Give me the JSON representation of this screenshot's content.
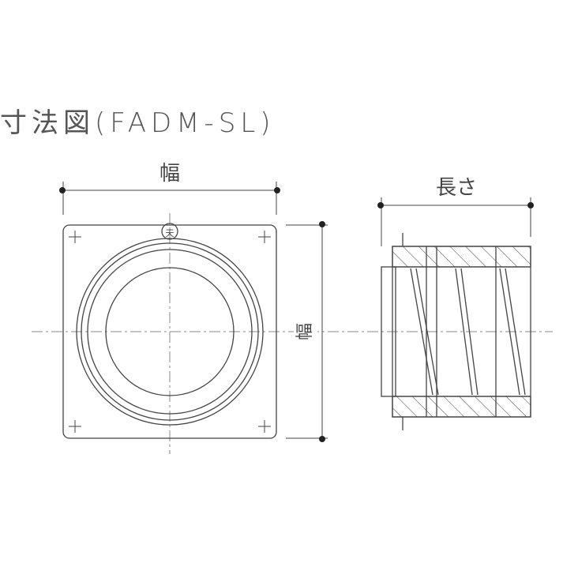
{
  "title": "寸法図(FADM-SL)",
  "labels": {
    "width_top": "幅",
    "width_side": "幅",
    "length": "長さ"
  },
  "colors": {
    "line": "#444444",
    "centerline": "#888888",
    "text": "#555555"
  }
}
